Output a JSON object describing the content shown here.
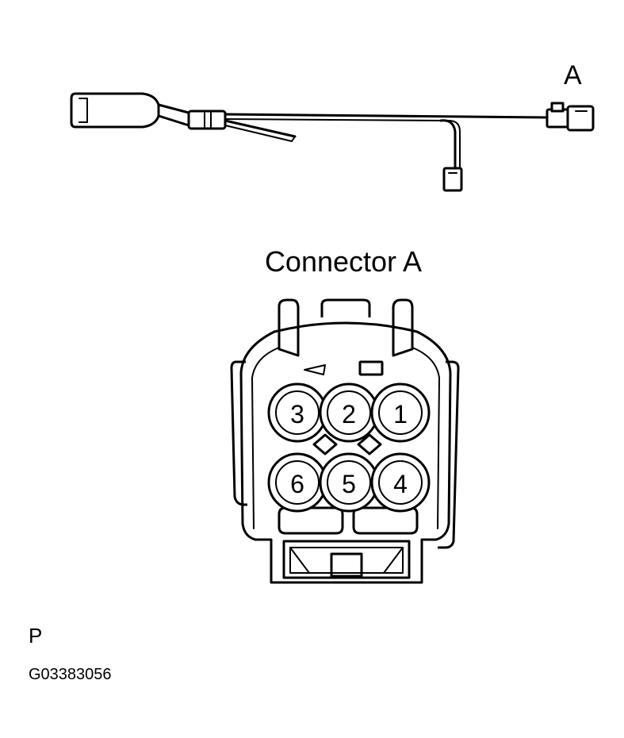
{
  "harness": {
    "connector_letter": "A"
  },
  "connector": {
    "title": "Connector A",
    "pins": [
      {
        "id": "pin-3",
        "label": "3"
      },
      {
        "id": "pin-2",
        "label": "2"
      },
      {
        "id": "pin-1",
        "label": "1"
      },
      {
        "id": "pin-6",
        "label": "6"
      },
      {
        "id": "pin-5",
        "label": "5"
      },
      {
        "id": "pin-4",
        "label": "4"
      }
    ]
  },
  "footer": {
    "view_code": "P",
    "figure_id": "G03383056"
  }
}
